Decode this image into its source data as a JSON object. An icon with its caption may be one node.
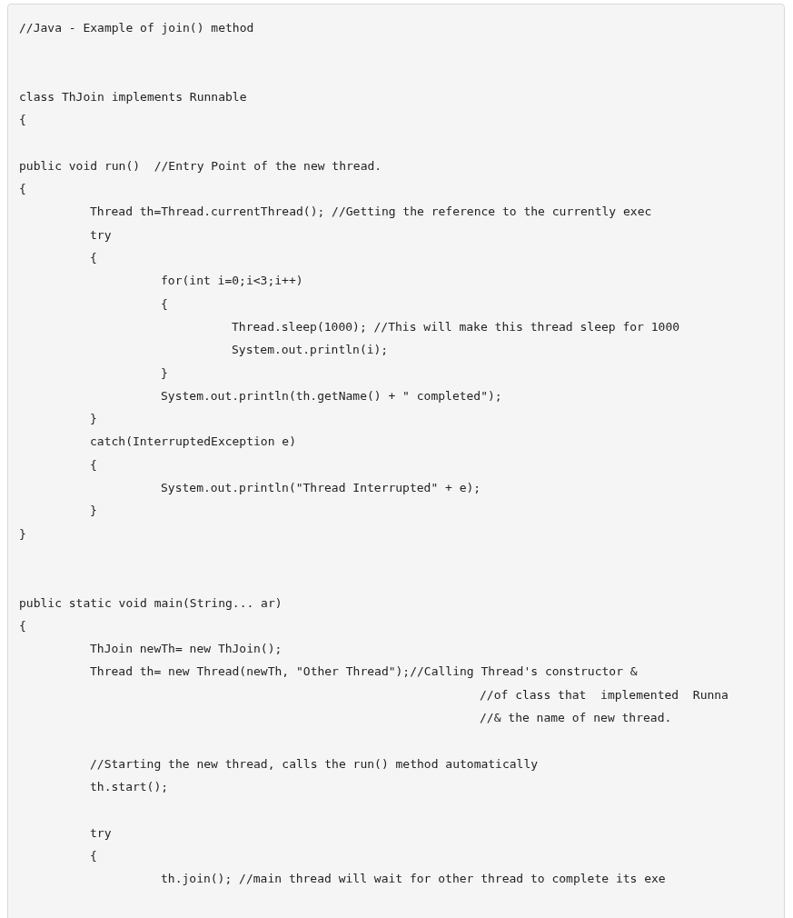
{
  "diagram": {
    "labels": [
      "//Java - Example of join() method",
      "class ThJoin implements Runnable",
      "{",
      "public void run()  //Entry Point of the new thread.",
      "{",
      "Thread th=Thread.currentThread(); //Getting the reference to the currently exec",
      "try",
      "{",
      "for(int i=0;i<3;i++)",
      "{",
      "Thread.sleep(1000); //This will make this thread sleep for 1000",
      "System.out.println(i);",
      "}",
      "System.out.println(th.getName() + \" completed\");",
      "}",
      "catch(InterruptedException e)",
      "{",
      "System.out.println(\"Thread Interrupted\" + e);",
      "}",
      "}",
      "public static void main(String... ar)",
      "{",
      "ThJoin newTh= new ThJoin();",
      "Thread th= new Thread(newTh, \"Other Thread\");//Calling Thread's constructor &",
      "//of class that  implemented  Runna",
      "//& the name of new thread.",
      "//Starting the new thread, calls the run() method automatically",
      "th.start();",
      "try",
      "{",
      "th.join(); //main thread will wait for other thread to complete its exe"
    ]
  }
}
